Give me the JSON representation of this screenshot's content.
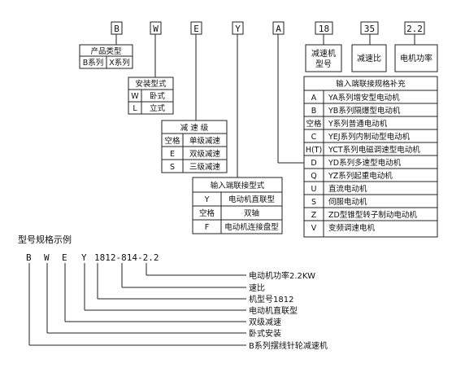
{
  "code_boxes": [
    "B",
    "W",
    "E",
    "Y",
    "A",
    "18",
    "35",
    "2.2"
  ],
  "labels": {
    "speed_model": "减速机\n型号",
    "ratio": "减速比",
    "motor_power": "电机功率"
  },
  "product_type": {
    "title": "产品类型",
    "rows": [
      [
        "B系列",
        "X系列"
      ]
    ]
  },
  "install_type": {
    "title": "安装型式",
    "rows": [
      [
        "W",
        "卧式"
      ],
      [
        "L",
        "立式"
      ]
    ]
  },
  "reduction_stage": {
    "title": "减 速 级",
    "rows": [
      [
        "空格",
        "单级减速"
      ],
      [
        "E",
        "双级减速"
      ],
      [
        "S",
        "三级减速"
      ]
    ]
  },
  "input_connection": {
    "title": "输入端联接型式",
    "rows": [
      [
        "Y",
        "电动机直联型"
      ],
      [
        "空格",
        "双轴"
      ],
      [
        "F",
        "电动机连接盘型"
      ]
    ]
  },
  "input_spec": {
    "title": "输入端联接规格补充",
    "rows": [
      [
        "A",
        "YA系列增安型电动机"
      ],
      [
        "B",
        "YB系列隔爆型电动机"
      ],
      [
        "空格",
        "Y系列普通电动机"
      ],
      [
        "C",
        "YEJ系列内制动型电动机"
      ],
      [
        "H(T)",
        "YCT系列电磁调速型电动机"
      ],
      [
        "D",
        "YD系列多速型电动机"
      ],
      [
        "Q",
        "YZ系列起重电动机"
      ],
      [
        "U",
        "直流电动机"
      ],
      [
        "S",
        "伺服电动机"
      ],
      [
        "Z",
        "ZD型锥型转子制动电动机"
      ],
      [
        "V",
        "变频调速电机"
      ]
    ]
  },
  "example": {
    "title": "型号规格示例",
    "codes": [
      "B",
      "W",
      "E",
      "Y",
      "1812-814-2.2"
    ],
    "explanations": [
      "电动机功率2.2KW",
      "速比",
      "机型号1812",
      "电动机直联型",
      "双级减速",
      "卧式安装",
      "B系列摆线针轮减速机"
    ]
  }
}
